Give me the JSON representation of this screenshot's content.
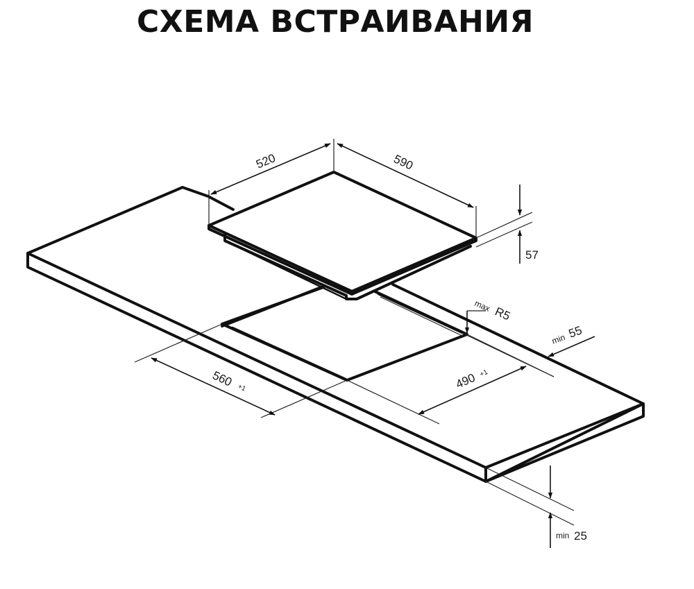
{
  "title": "СХЕМА ВСТРАИВАНИЯ",
  "dimensions": {
    "hob_depth": "520",
    "hob_width": "590",
    "hob_height": "57",
    "cutout_width": "560",
    "cutout_width_tol": "+1",
    "cutout_depth": "490",
    "cutout_depth_tol": "+1",
    "corner_radius_prefix": "max",
    "corner_radius": "R5",
    "rear_gap_prefix": "min",
    "rear_gap": "55",
    "worktop_thickness_prefix": "min",
    "worktop_thickness": "25"
  }
}
